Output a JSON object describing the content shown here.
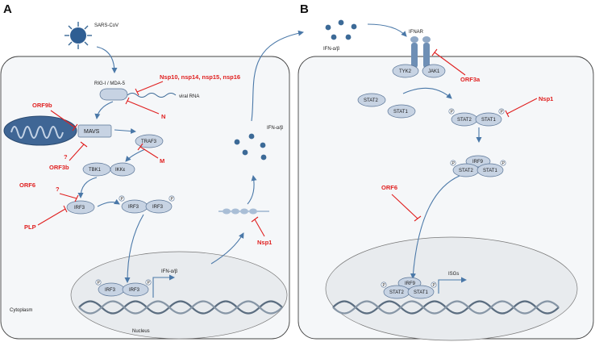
{
  "panels": {
    "a": "A",
    "b": "B"
  },
  "colors": {
    "activation": "#4a78a8",
    "inhibition": "#e02020",
    "protein_fill": "#c7d3e3",
    "cell_fill": "#f5f7f9",
    "nucleus_fill": "#e8ebee"
  },
  "panel_a": {
    "virus": "SARS-CoV",
    "rig": "RIG-I / MDA-5",
    "viral_rna": "viral RNA",
    "mavs": "MAVS",
    "traf3": "TRAF3",
    "tbk1": "TBK1",
    "ikke": "IKKε",
    "irf3": "IRF3",
    "p": "P",
    "ifn": "IFN-α/β",
    "cytoplasm": "Cytoplasm",
    "nucleus": "Nucleus",
    "inhibitors": {
      "nsp_group": "Nsp10, nsp14, nsp15, nsp16",
      "orf9b": "ORF9b",
      "n": "N",
      "orf3b": "ORF3b",
      "q": "?",
      "m": "M",
      "orf6": "ORF6",
      "plp": "PLP",
      "nsp1": "Nsp1"
    }
  },
  "panel_b": {
    "ifn": "IFN-α/β",
    "ifnar": "IFNAR",
    "tyk2": "TYK2",
    "jak1": "JAK1",
    "stat1": "STAT1",
    "stat2": "STAT2",
    "irf9": "IRF9",
    "isgs": "ISGs",
    "p": "P",
    "inhibitors": {
      "orf3a": "ORF3a",
      "nsp1": "Nsp1",
      "orf6": "ORF6"
    }
  }
}
